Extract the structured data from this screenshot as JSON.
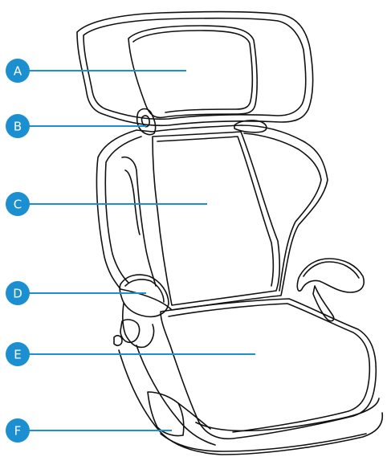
{
  "accent": "#1b8fd0",
  "figure": {
    "subject": "booster-car-seat",
    "callouts": [
      {
        "id": "a",
        "label": "A"
      },
      {
        "id": "b",
        "label": "B"
      },
      {
        "id": "c",
        "label": "C"
      },
      {
        "id": "d",
        "label": "D"
      },
      {
        "id": "e",
        "label": "E"
      },
      {
        "id": "f",
        "label": "F"
      }
    ]
  }
}
